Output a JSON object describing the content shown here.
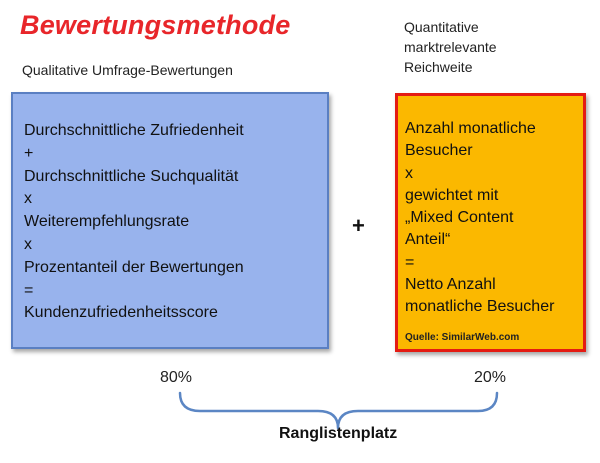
{
  "title": "Bewertungsmethode",
  "left": {
    "subtitle": "Qualitative Umfrage-Bewertungen",
    "lines": [
      "Durchschnittliche  Zufriedenheit",
      "+",
      "Durchschnittliche Suchqualität",
      "x",
      "Weiterempfehlungsrate",
      "x",
      "Prozentanteil der Bewertungen",
      "=",
      "Kundenzufriedenheitsscore"
    ],
    "weight": "80%",
    "color": "#98b3ed",
    "border_color": "#5a7fc2"
  },
  "operator": "+",
  "right": {
    "subtitle_lines": [
      "Quantitative",
      "marktrelevante",
      "Reichweite"
    ],
    "lines": [
      "Anzahl monatliche",
      "Besucher",
      "x",
      "gewichtet mit",
      "„Mixed Content",
      "Anteil“",
      "=",
      "Netto Anzahl",
      "monatliche Besucher"
    ],
    "source": "Quelle: SimilarWeb.com",
    "weight": "20%",
    "color": "#fbb800",
    "border_color": "#e41b13"
  },
  "result": "Ranglistenplatz",
  "brace_color": "#5b86c4",
  "title_color": "#e8262a",
  "icons": {
    "brace": "curly-brace-icon"
  }
}
